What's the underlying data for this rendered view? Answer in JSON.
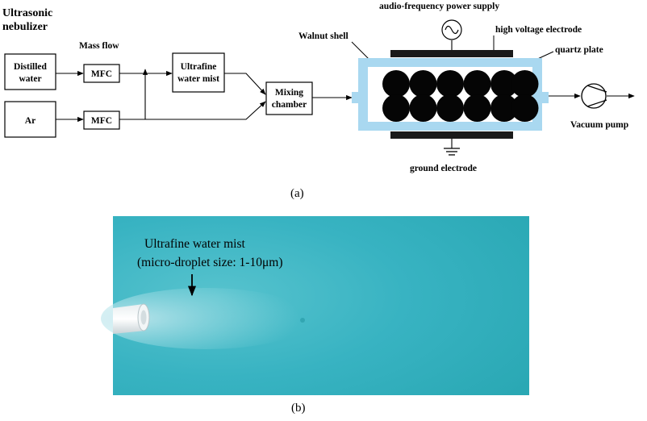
{
  "part_a": {
    "caption": "(a)",
    "nebulizer_label_1": "Ultrasonic",
    "nebulizer_label_2": "nebulizer",
    "mass_flow_label": "Mass flow",
    "distilled_water_1": "Distilled",
    "distilled_water_2": "water",
    "ar": "Ar",
    "mfc": "MFC",
    "ultrafine_1": "Ultrafine",
    "ultrafine_2": "water mist",
    "mixing_1": "Mixing",
    "mixing_2": "chamber",
    "walnut_shell": "Walnut shell",
    "power_supply": "audio-frequency power supply",
    "high_voltage_electrode": "high voltage electrode",
    "quartz_plate": "quartz plate",
    "vacuum_pump": "Vacuum pump",
    "ground_electrode": "ground electrode"
  },
  "part_b": {
    "caption": "(b)",
    "mist_label_1": "Ultrafine water mist",
    "mist_label_2": "(micro-droplet size: 1-10μm)"
  },
  "colors": {
    "quartz": "#a9d8f0",
    "photo_teal": "#3ab2c0"
  }
}
